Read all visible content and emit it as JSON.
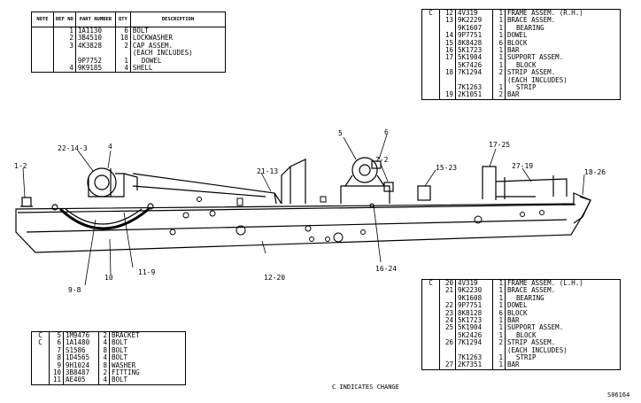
{
  "table_tl": {
    "headers": {
      "note": "NOTE",
      "ref": "REF NO",
      "part": "PART NUMBER",
      "qty": "QTY",
      "desc": "DESCRIPTION"
    },
    "rows": [
      {
        "note": "",
        "ref": "1",
        "part": "1A1130",
        "qty": "6",
        "desc": "BOLT"
      },
      {
        "note": "",
        "ref": "2",
        "part": "3B4510",
        "qty": "18",
        "desc": "LOCKWASHER"
      },
      {
        "note": "",
        "ref": "3",
        "part": "4K3828",
        "qty": "2",
        "desc": "CAP ASSEM."
      },
      {
        "note": "",
        "ref": "",
        "part": "",
        "qty": "",
        "desc": "(EACH INCLUDES)"
      },
      {
        "note": "",
        "ref": "",
        "part": "9P7752",
        "qty": "1",
        "desc": "DOWEL"
      },
      {
        "note": "",
        "ref": "4",
        "part": "9K9185",
        "qty": "4",
        "desc": "SHELL"
      }
    ]
  },
  "table_tr": {
    "rows": [
      {
        "note": "C",
        "ref": "12",
        "part": "4V319",
        "qty": "1",
        "desc": "FRAME ASSEM. (R.H.)"
      },
      {
        "note": "",
        "ref": "13",
        "part": "9K2229",
        "qty": "1",
        "desc": "BRACE ASSEM."
      },
      {
        "note": "",
        "ref": "",
        "part": "9K1607",
        "qty": "1",
        "desc": "BEARING"
      },
      {
        "note": "",
        "ref": "14",
        "part": "9P7751",
        "qty": "1",
        "desc": "DOWEL"
      },
      {
        "note": "",
        "ref": "15",
        "part": "8K8428",
        "qty": "6",
        "desc": "BLOCK"
      },
      {
        "note": "",
        "ref": "16",
        "part": "5K1723",
        "qty": "1",
        "desc": "BAR"
      },
      {
        "note": "",
        "ref": "17",
        "part": "5K1904",
        "qty": "1",
        "desc": "SUPPORT ASSEM."
      },
      {
        "note": "",
        "ref": "",
        "part": "5K7426",
        "qty": "1",
        "desc": "BLOCK"
      },
      {
        "note": "",
        "ref": "18",
        "part": "7K1294",
        "qty": "2",
        "desc": "STRIP ASSEM."
      },
      {
        "note": "",
        "ref": "",
        "part": "",
        "qty": "",
        "desc": "(EACH INCLUDES)"
      },
      {
        "note": "",
        "ref": "",
        "part": "7K1263",
        "qty": "1",
        "desc": "STRIP"
      },
      {
        "note": "",
        "ref": "19",
        "part": "2K1051",
        "qty": "2",
        "desc": "BAR"
      }
    ]
  },
  "table_br": {
    "rows": [
      {
        "note": "C",
        "ref": "20",
        "part": "4V319",
        "qty": "1",
        "desc": "FRAME ASSEM. (L.H.)"
      },
      {
        "note": "",
        "ref": "21",
        "part": "9K2230",
        "qty": "1",
        "desc": "BRACE ASSEM."
      },
      {
        "note": "",
        "ref": "",
        "part": "9K1608",
        "qty": "1",
        "desc": "BEARING"
      },
      {
        "note": "",
        "ref": "22",
        "part": "9P7751",
        "qty": "1",
        "desc": "DOWEL"
      },
      {
        "note": "",
        "ref": "23",
        "part": "8K8128",
        "qty": "6",
        "desc": "BLOCK"
      },
      {
        "note": "",
        "ref": "24",
        "part": "5K1723",
        "qty": "1",
        "desc": "BAR"
      },
      {
        "note": "",
        "ref": "25",
        "part": "5K1904",
        "qty": "1",
        "desc": "SUPPORT ASSEM."
      },
      {
        "note": "",
        "ref": "",
        "part": "5K2426",
        "qty": "1",
        "desc": "BLOCK"
      },
      {
        "note": "",
        "ref": "26",
        "part": "7K1294",
        "qty": "2",
        "desc": "STRIP ASSEM."
      },
      {
        "note": "",
        "ref": "",
        "part": "",
        "qty": "",
        "desc": "(EACH INCLUDES)"
      },
      {
        "note": "",
        "ref": "",
        "part": "7K1263",
        "qty": "1",
        "desc": "STRIP"
      },
      {
        "note": "",
        "ref": "27",
        "part": "2K7351",
        "qty": "1",
        "desc": "BAR"
      }
    ]
  },
  "table_bl": {
    "rows": [
      {
        "note": "C",
        "ref": "5",
        "part": "1M9476",
        "qty": "2",
        "desc": "BRACKET"
      },
      {
        "note": "C",
        "ref": "6",
        "part": "1A1480",
        "qty": "4",
        "desc": "BOLT"
      },
      {
        "note": "",
        "ref": "7",
        "part": "S1586",
        "qty": "8",
        "desc": "BOLT"
      },
      {
        "note": "",
        "ref": "8",
        "part": "1D4565",
        "qty": "4",
        "desc": "BOLT"
      },
      {
        "note": "",
        "ref": "9",
        "part": "9H1024",
        "qty": "8",
        "desc": "WASHER"
      },
      {
        "note": "",
        "ref": "10",
        "part": "3B8487",
        "qty": "2",
        "desc": "FITTING"
      },
      {
        "note": "",
        "ref": "11",
        "part": "AE405",
        "qty": "4",
        "desc": "BOLT"
      }
    ]
  },
  "footer": {
    "change_note": "C   INDICATES CHANGE",
    "figure_number": "S06164"
  },
  "callouts": {
    "c1": "1-2",
    "c2": "22-14-3",
    "c3": "4",
    "c4": "5",
    "c5": "6",
    "c6": "7-2",
    "c7": "21-13",
    "c8": "15-23",
    "c9": "17-25",
    "c10": "27-19",
    "c11": "18-26",
    "c12": "9-8",
    "c13": "10",
    "c14": "11-9",
    "c15": "12-20",
    "c16": "16-24"
  }
}
